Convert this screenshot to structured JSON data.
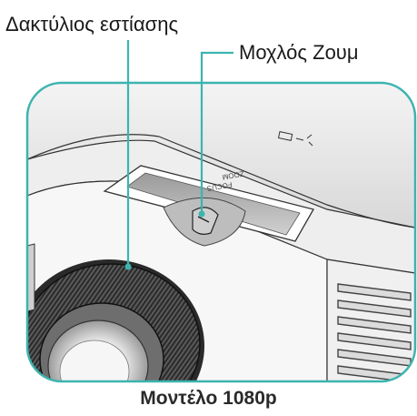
{
  "callouts": {
    "focus_ring": "Δακτύλιος εστίασης",
    "zoom_lever": "Μοχλός Ζουμ"
  },
  "lever_markings": {
    "focus": "FOCUS",
    "zoom": "ZOOM"
  },
  "caption": "Μοντέλο 1080p",
  "colors": {
    "frame_border": "#3cb4b0",
    "leader_line": "#3cb4b0"
  }
}
